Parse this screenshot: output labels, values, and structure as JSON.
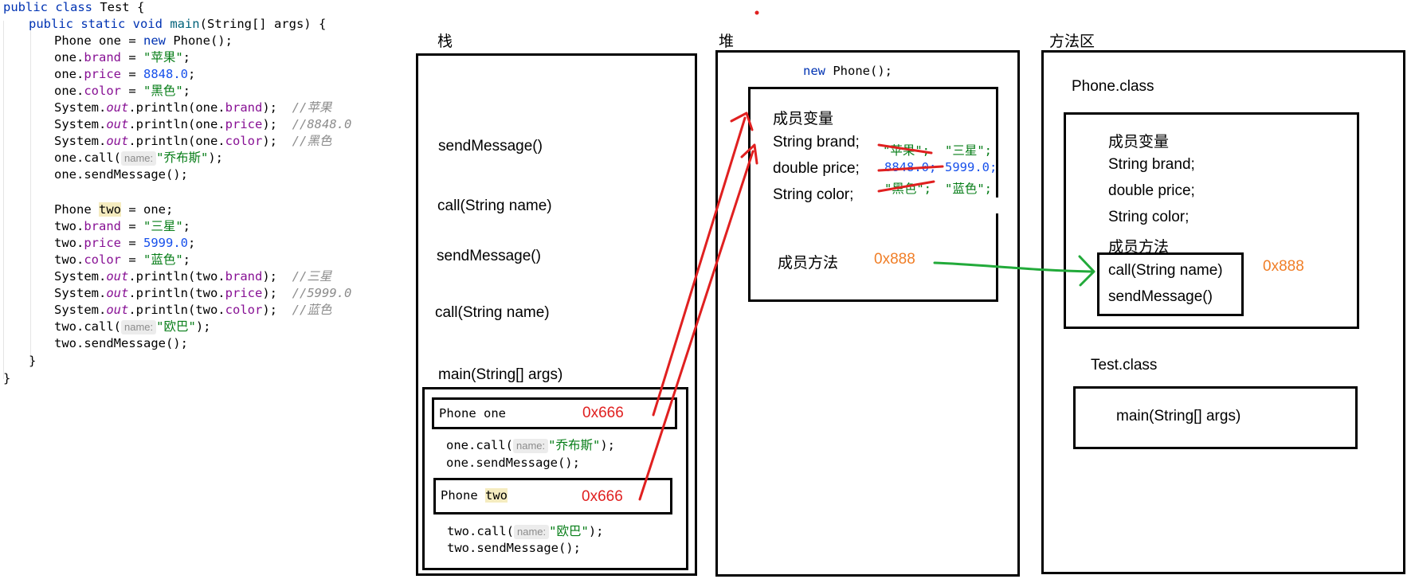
{
  "code": {
    "l1": {
      "kw": "public class",
      "rest": " Test {"
    },
    "l2": {
      "kw": "public static void",
      "fn": " main",
      "rest": "(String[] args) {"
    },
    "l3": {
      "a": "Phone one = ",
      "kw": "new",
      "b": " Phone();"
    },
    "l4": {
      "a": "one.",
      "fld": "brand",
      "b": " = ",
      "str": "\"苹果\"",
      "c": ";"
    },
    "l5": {
      "a": "one.",
      "fld": "price",
      "b": " = ",
      "num": "8848.0",
      "c": ";"
    },
    "l6": {
      "a": "one.",
      "fld": "color",
      "b": " = ",
      "str": "\"黑色\"",
      "c": ";"
    },
    "l7": {
      "a": "System.",
      "out": "out",
      "b": ".println(one.",
      "fld": "brand",
      "c": ");  ",
      "cmt": "//苹果"
    },
    "l8": {
      "a": "System.",
      "out": "out",
      "b": ".println(one.",
      "fld": "price",
      "c": ");  ",
      "cmt": "//8848.0"
    },
    "l9": {
      "a": "System.",
      "out": "out",
      "b": ".println(one.",
      "fld": "color",
      "c": ");  ",
      "cmt": "//黑色"
    },
    "l10": {
      "a": "one.call(",
      "hint": "name:",
      "str": "\"乔布斯\"",
      "c": ");"
    },
    "l11": {
      "a": "one.sendMessage();"
    },
    "l12": {
      "a": "Phone ",
      "hl": "two",
      "b": " = one;"
    },
    "l13": {
      "a": "two.",
      "fld": "brand",
      "b": " = ",
      "str": "\"三星\"",
      "c": ";"
    },
    "l14": {
      "a": "two.",
      "fld": "price",
      "b": " = ",
      "num": "5999.0",
      "c": ";"
    },
    "l15": {
      "a": "two.",
      "fld": "color",
      "b": " = ",
      "str": "\"蓝色\"",
      "c": ";"
    },
    "l16": {
      "a": "System.",
      "out": "out",
      "b": ".println(two.",
      "fld": "brand",
      "c": ");  ",
      "cmt": "//三星"
    },
    "l17": {
      "a": "System.",
      "out": "out",
      "b": ".println(two.",
      "fld": "price",
      "c": ");  ",
      "cmt": "//5999.0"
    },
    "l18": {
      "a": "System.",
      "out": "out",
      "b": ".println(two.",
      "fld": "color",
      "c": ");  ",
      "cmt": "//蓝色"
    },
    "l19": {
      "a": "two.call(",
      "hint": "name:",
      "str": "\"欧巴\"",
      "c": ");"
    },
    "l20": {
      "a": "two.sendMessage();"
    },
    "l21": {
      "a": "}"
    },
    "l22": {
      "a": "}"
    }
  },
  "stack": {
    "title": "栈",
    "frames": [
      "sendMessage()",
      "call(String name)",
      "sendMessage()",
      "call(String name)"
    ],
    "main_label": "main(String[] args)",
    "one_var": "Phone one",
    "one_addr": "0x666",
    "one_call": {
      "a": "one.call(",
      "hint": "name:",
      "str": "\"乔布斯\"",
      "c": ");"
    },
    "one_send": "one.sendMessage();",
    "two_var": {
      "a": "Phone ",
      "hl": "two"
    },
    "two_addr": "0x666",
    "two_call": {
      "a": "two.call(",
      "hint": "name:",
      "str": "\"欧巴\"",
      "c": ");"
    },
    "two_send": "two.sendMessage();"
  },
  "heap": {
    "title": "堆",
    "new_kw": "new",
    "new_rest": " Phone();",
    "members_title": "成员变量",
    "brand_label": "String brand;",
    "price_label": "double price;",
    "color_label": "String color;",
    "brand_old": "\"苹果\";",
    "brand_new": "\"三星\";",
    "price_old": "8848.0;",
    "price_new": "5999.0;",
    "color_old": "\"黑色\";",
    "color_new": "\"蓝色\";",
    "methods_label": "成员方法",
    "methods_addr": "0x888"
  },
  "method_area": {
    "title": "方法区",
    "phone_class": "Phone.class",
    "members_title": "成员变量",
    "fields": [
      "String brand;",
      "double price;",
      "String color;"
    ],
    "methods_title": "成员方法",
    "methods": [
      "call(String name)",
      "sendMessage()"
    ],
    "methods_addr": "0x888",
    "test_class": "Test.class",
    "test_main": "main(String[] args)"
  },
  "colors": {
    "arrow_red": "#e02020",
    "arrow_green": "#22aa3a",
    "address": "#f07e27"
  }
}
